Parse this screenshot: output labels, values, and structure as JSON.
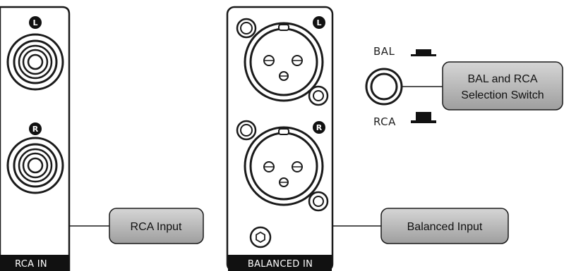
{
  "rca_panel": {
    "label": "RCA IN",
    "left_channel": "L",
    "right_channel": "R"
  },
  "balanced_panel": {
    "label": "BALANCED IN",
    "left_channel": "L",
    "right_channel": "R"
  },
  "switch": {
    "bal_label": "BAL",
    "rca_label": "RCA"
  },
  "callouts": {
    "rca_input": "RCA Input",
    "balanced_input": "Balanced Input",
    "switch_line1": "BAL and RCA",
    "switch_line2": "Selection Switch"
  },
  "colors": {
    "outline": "#1a1a1a",
    "label_bar": "#111111",
    "callout_fill": "#b8b8b8"
  }
}
